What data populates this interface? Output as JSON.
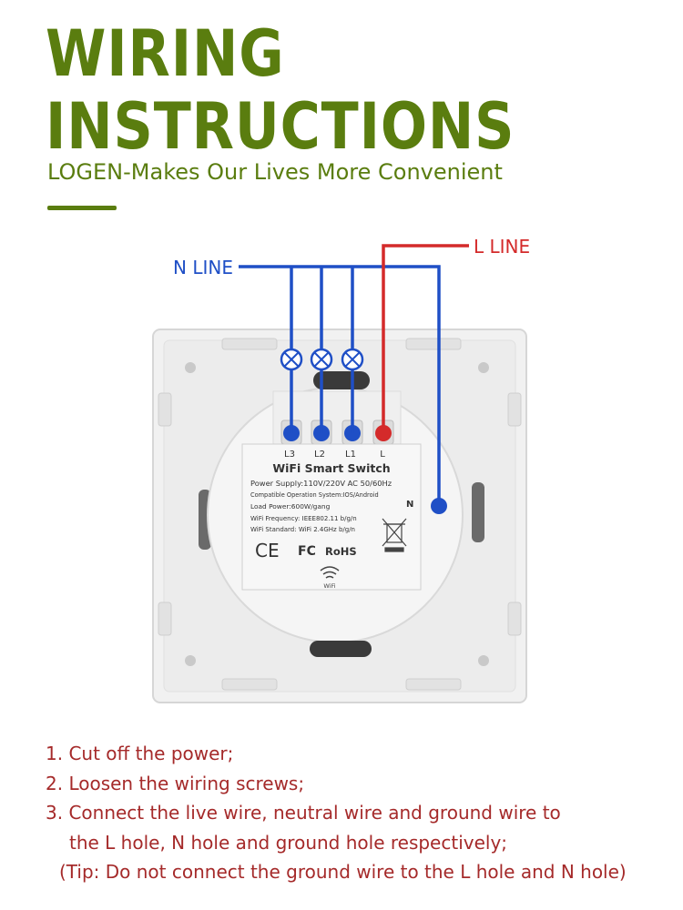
{
  "header": {
    "title_line1": "WIRING",
    "title_line2": "INSTRUCTIONS",
    "subtitle": "LOGEN-Makes Our Lives More Convenient"
  },
  "diagram": {
    "n_line_label": "N LINE",
    "l_line_label": "L LINE",
    "terminals": [
      "L3",
      "L2",
      "L1",
      "L"
    ],
    "n_terminal": "N",
    "device": {
      "title": "WiFi Smart Switch",
      "power_supply": "Power Supply:110V/220V AC  50/60Hz",
      "compatible": "Compatible Operation System:IOS/Android",
      "load_power": "Load Power:600W/gang",
      "wifi_frequency": "WiFi Frequency: IEEE802.11 b/g/n",
      "wifi_standard": "WiFi Standard: WiFi 2.4GHz b/g/n",
      "cert_ce": "CE",
      "cert_fc": "FC",
      "cert_rohs": "RoHS",
      "wifi_text": "WiFi"
    },
    "colors": {
      "n_wire": "#1f4fc6",
      "l_wire": "#d42a2a",
      "brand_green": "#5a7d0f",
      "step_text": "#a52a2a"
    }
  },
  "steps": [
    "1. Cut off the power;",
    "2. Loosen the wiring screws;",
    "3. Connect the live wire, neutral wire and ground wire to",
    "the L hole, N hole and ground hole respectively;",
    "(Tip: Do not connect the ground wire to the L hole and N hole)"
  ]
}
